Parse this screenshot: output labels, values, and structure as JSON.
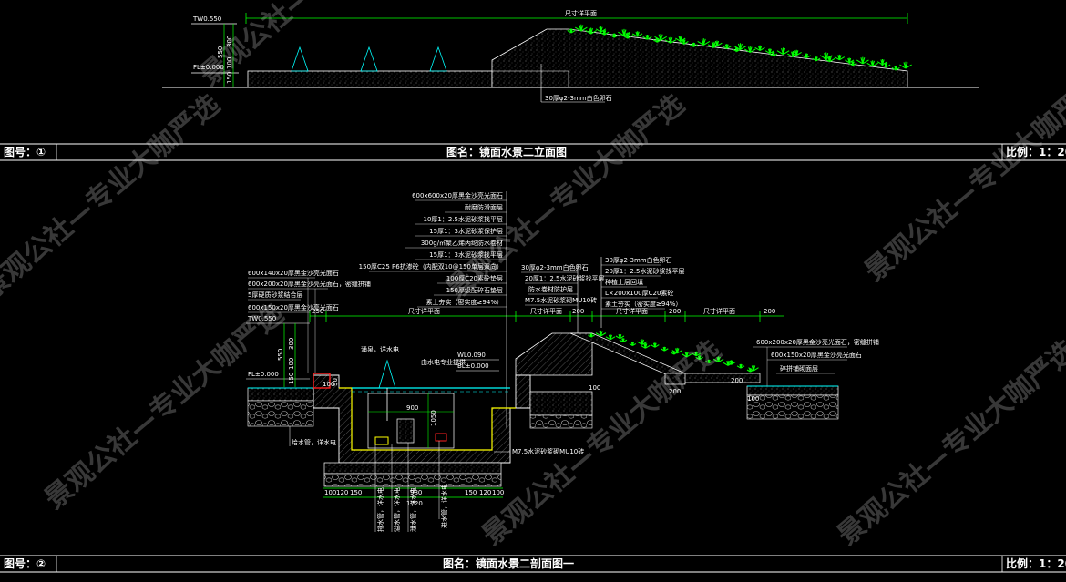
{
  "sheet": {
    "bar1": {
      "num_label": "图号：①",
      "title": "图名：镜面水景二立面图",
      "scale": "比例：1：20"
    },
    "bar2": {
      "num_label": "图号：②",
      "title": "图名：镜面水景二剖面图一",
      "scale": "比例：1：20"
    }
  },
  "elevation": {
    "level_top": "TW0.550",
    "level_floor": "FL±0.000",
    "dim_550": "550",
    "dim_300": "300",
    "dim_100": "100",
    "dim_150": "150",
    "dim_span": "尺寸详平面",
    "note_gravel": "30厚φ2-3mm白色卵石"
  },
  "section": {
    "layers_center": [
      "600x600x20厚黑金沙亮光面石",
      "耐磨防滑面层",
      "10厚1：2.5水泥砂浆找平层",
      "15厚1：3水泥砂浆保护层",
      "300g/㎡聚乙烯丙纶防水卷材",
      "15厚1：3水泥砂浆找平层",
      "150厚C25 P6抗渗砼（内配双10@150单层双向）",
      "100厚C20素砼垫层",
      "150厚级配碎石垫层",
      "素土夯实（密实度≥94%）"
    ],
    "layers_mid": [
      "30厚φ2-3mm白色卵石",
      "20厚1：2.5水泥砂浆找平层",
      "防水卷材防护层",
      "M7.5水泥砂浆砌MU10砖"
    ],
    "layers_right": [
      "30厚φ2-3mm白色卵石",
      "20厚1：2.5水泥砂浆找平层",
      "种植土层回填",
      "L×200x100厚C20素砼",
      "素土夯实（密实度≥94%）"
    ],
    "layers_far_right": [
      "600x200x20厚黑金沙亮光面石，密缝拼铺",
      "600x150x20厚黑金沙亮光面石",
      "碎拼铺砌面层"
    ],
    "layers_left": [
      "600x140x20厚黑金沙亮光面石",
      "600x200x20厚黑金沙亮光面石，密缝拼铺",
      "5厚硬质砂浆结合层",
      "600x150x20厚黑金沙亮光面石"
    ],
    "level_top": "TW0.550",
    "level_floor": "FL±0.000",
    "water_level": "WL0.090",
    "bottom_level": "BL±0.000",
    "fountain_label": "涌泉，详水电",
    "pump_label": "由水电专业提供",
    "pipe_label": "M7.5水泥砂浆砌MU10砖",
    "dims_top": [
      "250",
      "尺寸详平面",
      "尺寸详平面",
      "200",
      "尺寸详平面",
      "200",
      "尺寸详平面",
      "200"
    ],
    "dims_left_v": [
      "550",
      "300",
      "100",
      "150"
    ],
    "dims_inner": [
      "900",
      "1050",
      "90",
      "100",
      "100",
      "200",
      "200",
      "100"
    ],
    "dims_bottom": [
      "100",
      "120",
      "150",
      "980",
      "150",
      "120",
      "100"
    ],
    "dim_total": "1720",
    "legend_labels": [
      "给水管，详水电",
      "排水管，详水电",
      "溢水管，详水电",
      "泄水管，详水电",
      "进水管，详水电"
    ]
  },
  "watermark": {
    "text": "景观公社—专业大咖严选"
  },
  "colors": {
    "background": "#000000",
    "line_white": "#ffffff",
    "line_green": "#00ff00",
    "line_yellow": "#ffff00",
    "line_red": "#ff0000",
    "line_cyan": "#00ffff"
  }
}
